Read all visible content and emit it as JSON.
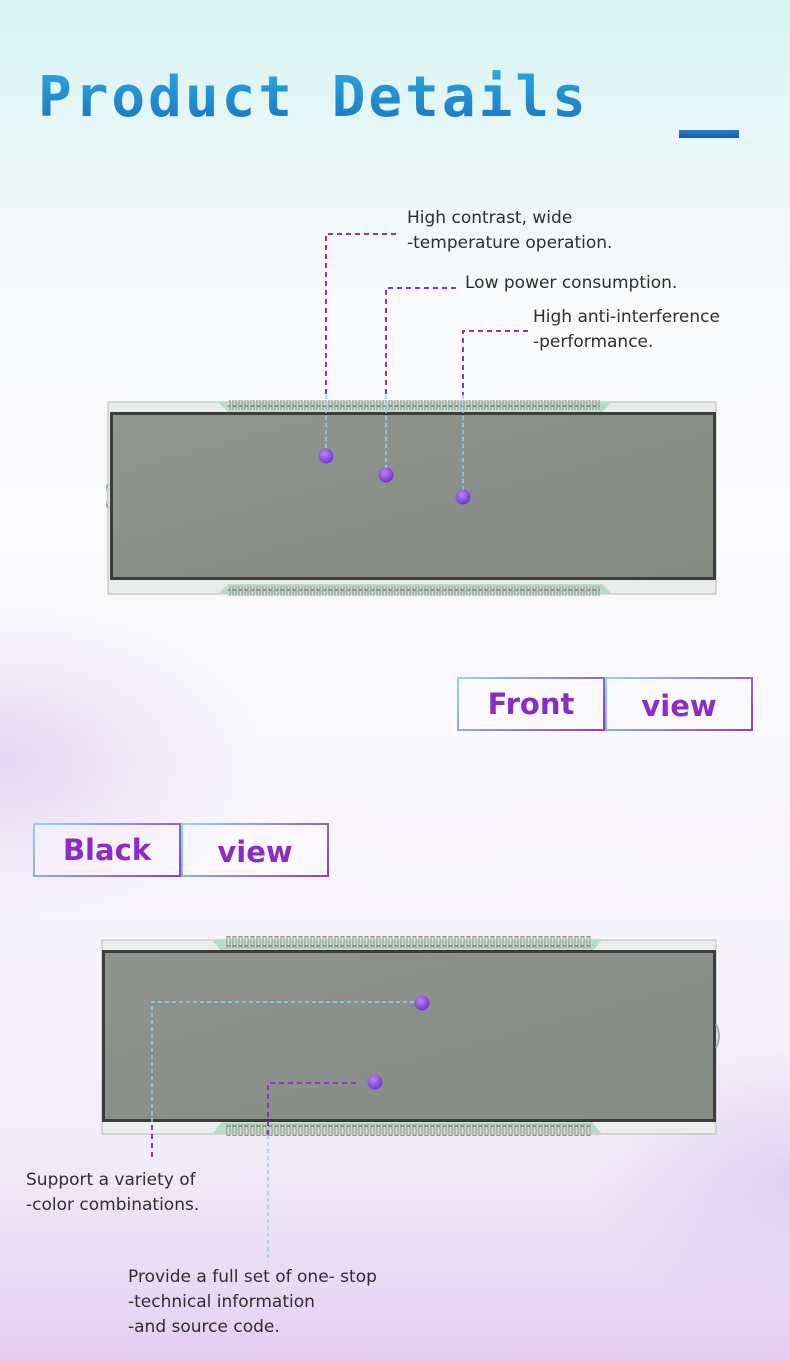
{
  "header": {
    "title": "Product Details"
  },
  "front_section": {
    "callouts": [
      {
        "line1": "High contrast, wide",
        "line2": "-temperature operation."
      },
      {
        "line1": "Low power consumption.",
        "line2": ""
      },
      {
        "line1": "High anti-interference",
        "line2": "-performance."
      }
    ],
    "label": {
      "part1": "Front",
      "part2": "view"
    }
  },
  "back_section": {
    "label": {
      "part1": "Black",
      "part2": "view"
    },
    "callouts": [
      {
        "line1": "Support a variety of",
        "line2": "-color combinations.",
        "line3": ""
      },
      {
        "line1": "Provide a full set of one- stop",
        "line2": "-technical information",
        "line3": "-and source code."
      }
    ]
  },
  "colors": {
    "title_gradient": [
      "#2aa6de",
      "#1c74c2"
    ],
    "accent_purple": "#8b2bc9",
    "line_cyan": "#7fc9e6",
    "dot_purple": "#7d3ed6",
    "lcd_glass": "#8c918c"
  }
}
